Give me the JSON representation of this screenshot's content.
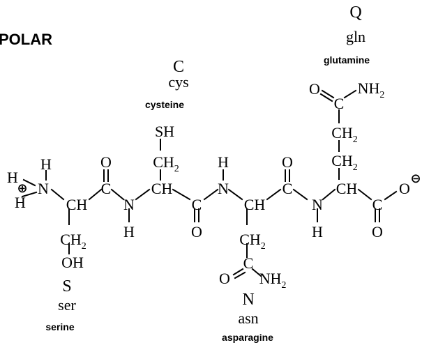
{
  "title": "POLAR",
  "residues": [
    {
      "one_letter": "S",
      "three_letter": "ser",
      "name": "serine"
    },
    {
      "one_letter": "C",
      "three_letter": "cys",
      "name": "cysteine"
    },
    {
      "one_letter": "N",
      "three_letter": "asn",
      "name": "asparagine"
    },
    {
      "one_letter": "Q",
      "three_letter": "gln",
      "name": "glutamine"
    }
  ],
  "atoms": {
    "h": "H",
    "n": "N",
    "c": "C",
    "o": "O",
    "ch": "CH",
    "ch2": "CH",
    "sh": "SH",
    "oh": "OH",
    "nh2": "NH",
    "sub2": "2",
    "plus": "⊕",
    "minus": "⊖"
  }
}
